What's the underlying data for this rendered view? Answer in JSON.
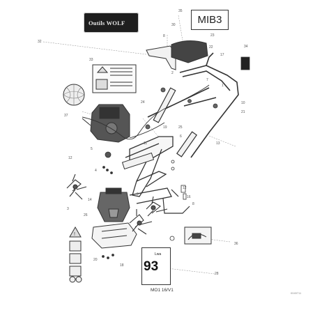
{
  "logo": {
    "text": "Outils WOLF"
  },
  "model": "MIB3",
  "decal": {
    "value": "93",
    "label": "Lwa"
  },
  "footer_code": "MO1 16/V1",
  "corner_ref": "0049711",
  "callouts": [
    "35",
    "30",
    "8",
    "23",
    "22",
    "17",
    "34",
    "32",
    "33",
    "2",
    "37",
    "7",
    "1",
    "24",
    "10",
    "21",
    "19",
    "25",
    "6",
    "13",
    "11",
    "5",
    "12",
    "4",
    "14",
    "3",
    "9",
    "26",
    "20",
    "18",
    "36",
    "28",
    "12",
    "16",
    "8"
  ]
}
